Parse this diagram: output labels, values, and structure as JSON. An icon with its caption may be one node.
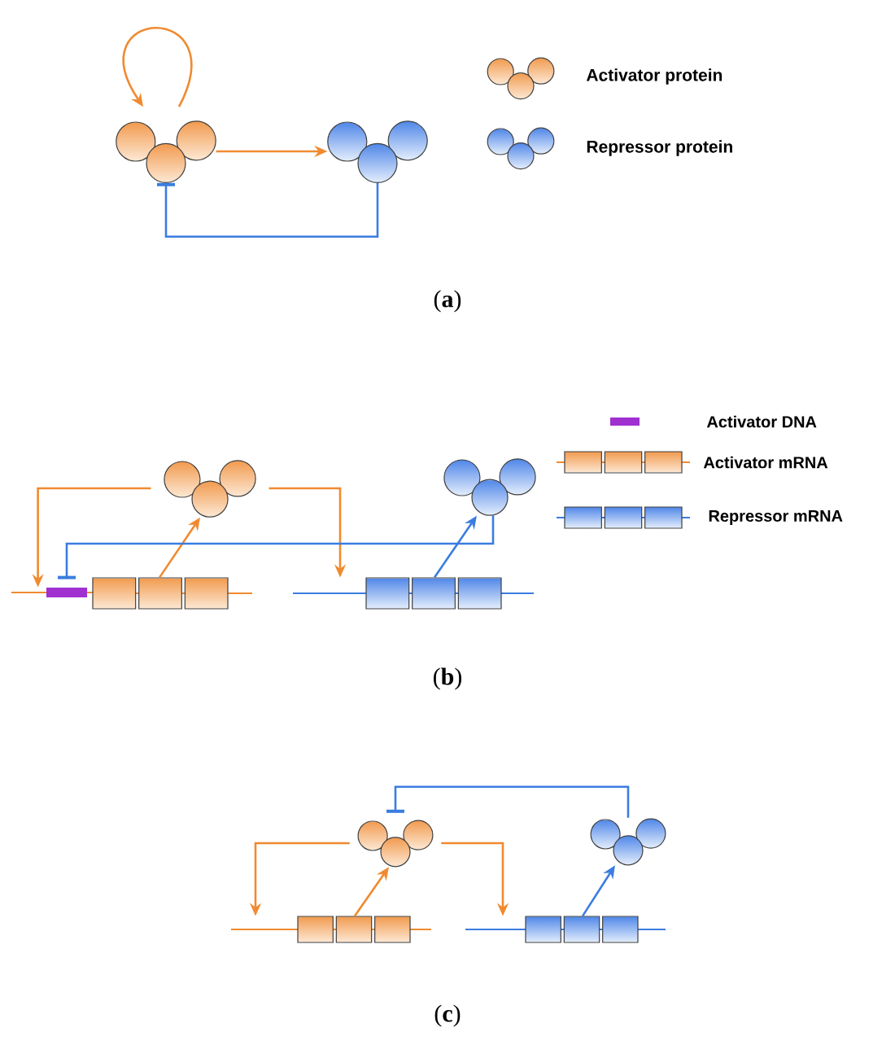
{
  "diagram": {
    "nodes": [
      {
        "text": [],
        "shape": "cluster"
      },
      {
        "text": [],
        "shape": "cluster"
      },
      {
        "text": [],
        "shape": "cluster"
      },
      {
        "text": [],
        "shape": "cluster"
      },
      {
        "text": [],
        "shape": "bar"
      },
      {
        "text": [],
        "shape": "box"
      },
      {
        "text": [],
        "shape": "box"
      },
      {
        "text": [],
        "shape": "cluster"
      },
      {
        "text": [],
        "shape": "cluster"
      },
      {
        "text": [],
        "shape": "box"
      },
      {
        "text": [],
        "shape": "box"
      }
    ],
    "edges": [
      {
        "from": 0,
        "to": 0,
        "arrow": "to"
      },
      {
        "from": 0,
        "to": 1,
        "arrow": "to"
      },
      {
        "from": 1,
        "to": 0,
        "arrow": "other",
        "color": "#3b7de0"
      },
      {
        "from": 2,
        "to": 4,
        "arrow": "to"
      },
      {
        "from": 2,
        "to": 6,
        "arrow": "to"
      },
      {
        "from": 5,
        "to": 2,
        "arrow": "to"
      },
      {
        "from": 6,
        "to": 3,
        "arrow": "to",
        "color": "#3b7de0"
      },
      {
        "from": 3,
        "to": 4,
        "arrow": "other",
        "color": "#3b7de0"
      },
      {
        "from": 7,
        "to": 9,
        "arrow": "to"
      },
      {
        "from": 7,
        "to": 10,
        "arrow": "to"
      },
      {
        "from": 9,
        "to": 7,
        "arrow": "to"
      },
      {
        "from": 10,
        "to": 8,
        "arrow": "to",
        "color": "#3b7de0"
      },
      {
        "from": 8,
        "to": 7,
        "arrow": "other",
        "color": "#3b7de0"
      }
    ],
    "labels": [
      "(**a**)",
      "(**b**)",
      "(**c**)"
    ],
    "legend": [
      {
        "text": "Activator protein"
      },
      {
        "text": "Repressor protein"
      },
      {
        "text": "Activator DNA"
      },
      {
        "text": "Activator mRNA"
      },
      {
        "text": "Repressor mRNA"
      }
    ]
  }
}
